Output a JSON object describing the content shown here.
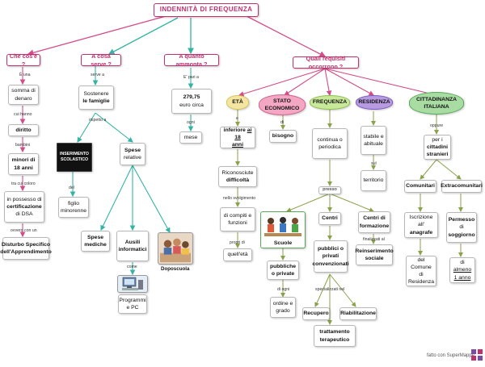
{
  "title": "INDENNITÀ DI FREQUENZA",
  "questions": {
    "che_cose": "Che cos'è ?",
    "a_cosa_serve": "A cosa serve ?",
    "a_quanto_ammonta": "A quanto ammonta ?",
    "quali_requisiti": "Quali requisiti occorrono ?"
  },
  "col1": {
    "lbl_e_una": "È una",
    "somma": "somma di denaro",
    "lbl_cui_hanno": "cui hanno",
    "diritto": "diritto",
    "lbl_bambini": "bambini",
    "minori": "minori di 18 anni",
    "lbl_tra_cui": "tra cui coloro",
    "certificazione_a": "in possesso di",
    "certificazione_b": "certificazione",
    "certificazione_c": "di DSA",
    "lbl_ovvero": "ovvero con un",
    "disturbo": "Disturbo Specifico dell'Apprendimento"
  },
  "col2": {
    "lbl_serve_a": "serve a",
    "sostenere_a": "Sostenere",
    "sostenere_b": "le famiglie",
    "lbl_rispetto": "rispetto a",
    "inserimento": "INSERIMENTO SCOLASTICO",
    "lbl_del": "del",
    "figlio": "figlio minorenne",
    "spese_a": "Spese",
    "spese_b": "relative",
    "spese_mediche": "Spese mediche",
    "ausili_a": "Ausili",
    "ausili_b": "informatici",
    "lbl_come": "come",
    "programmi": "Programmi e PC",
    "doposcuola": "Doposcuola"
  },
  "col3": {
    "lbl_e_pari": "E' pari a",
    "importo_a": "279,75",
    "importo_b": "euro circa",
    "lbl_ogni": "ogni",
    "mese": "mese"
  },
  "requisiti": {
    "eta": "ETÀ",
    "stato": "STATO ECONOMICO",
    "frequenza": "FREQUENZA",
    "residenza": "RESIDENZA",
    "cittadinanza": "CITTADINANZA ITALIANA"
  },
  "eta_branch": {
    "lbl_e": "e",
    "inferiore_a": "inferiore",
    "inferiore_b": "ai 18",
    "inferiore_c": "anni",
    "riconosciute_a": "Riconosciute",
    "riconosciute_b": "difficoltà",
    "lbl_svolgimento": "nello svolgimento",
    "compiti": "di compiti e funzioni",
    "lbl_propri": "propri di",
    "eta_val": "quell'età"
  },
  "stato_branch": {
    "lbl_di": "di",
    "bisogno": "bisogno"
  },
  "freq_branch": {
    "continua": "continua o periodica",
    "lbl_presso": "presso",
    "scuole": "Scuole",
    "pubbliche": "pubbliche o private",
    "lbl_di_ogni": "di ogni",
    "ordine": "ordine e grado",
    "centri": "Centri",
    "centri_form": "Centri di formazione",
    "lbl_finalizzati": "finalizzati al",
    "reinserimento": "Reinserimento sociale",
    "pubblici": "pubblici o privati convenzionati",
    "lbl_specializzati": "specializzati nel",
    "recupero": "Recupero",
    "riabilitazione": "Riabilitazione",
    "trattamento": "trattamento terapeutico"
  },
  "res_branch": {
    "stabile": "stabile e abituale",
    "lbl_sul": "sul",
    "territorio": "territorio"
  },
  "citt_branch": {
    "lbl_oppure": "oppure",
    "cittadini_a": "per i",
    "cittadini_b": "cittadini",
    "cittadini_c": "stranieri",
    "comunitari": "Comunitari",
    "extracomunitari": "Extracomunitari",
    "iscrizione_a": "Iscrizione all'",
    "iscrizione_b": "anagrafe",
    "comune": "del Comune di Residenza",
    "permesso_a": "Permesso",
    "permesso_b": "di",
    "permesso_c": "soggiorno",
    "almeno_a": "di",
    "almeno_b": "almeno",
    "almeno_c": "1 anno"
  },
  "footer": {
    "made_with": "fatto con SuperMappe"
  },
  "colors": {
    "question": "#c0306e",
    "eta": "#f4e6a2",
    "stato": "#f4a7c2",
    "frequenza": "#c8e89a",
    "residenza": "#b79ae0",
    "cittadinanza": "#a8dca2",
    "link_pink": "#d24d8a",
    "link_teal": "#35b3a5"
  }
}
